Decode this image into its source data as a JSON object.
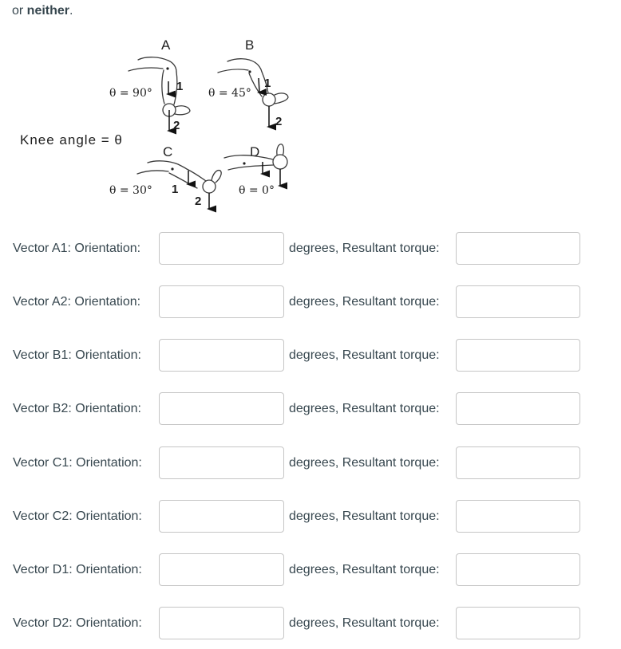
{
  "intro": {
    "prefix": "or ",
    "bold": "neither",
    "suffix": "."
  },
  "figure": {
    "knee_angle_label": "Knee angle = θ",
    "diagrams": [
      {
        "id": "A",
        "label": "A",
        "angle": "θ = 90°",
        "v1": "1",
        "v2": "2"
      },
      {
        "id": "B",
        "label": "B",
        "angle": "θ = 45°",
        "v1": "1",
        "v2": "2"
      },
      {
        "id": "C",
        "label": "C",
        "angle": "θ = 30°",
        "v1": "1",
        "v2": "2"
      },
      {
        "id": "D",
        "label": "D",
        "angle": "θ = 0°"
      }
    ]
  },
  "colors": {
    "text": "#37474f",
    "input_border": "#c5c5c5",
    "figure_ink": "#1f1f1f"
  },
  "rows": [
    {
      "id": "A1",
      "label": "Vector A1: Orientation:",
      "middle": "degrees, Resultant torque:",
      "orientation_value": "",
      "torque_value": ""
    },
    {
      "id": "A2",
      "label": "Vector A2: Orientation:",
      "middle": "degrees, Resultant torque:",
      "orientation_value": "",
      "torque_value": ""
    },
    {
      "id": "B1",
      "label": "Vector B1: Orientation:",
      "middle": "degrees, Resultant torque:",
      "orientation_value": "",
      "torque_value": ""
    },
    {
      "id": "B2",
      "label": "Vector B2: Orientation:",
      "middle": "degrees, Resultant torque:",
      "orientation_value": "",
      "torque_value": ""
    },
    {
      "id": "C1",
      "label": "Vector C1: Orientation:",
      "middle": "degrees, Resultant torque:",
      "orientation_value": "",
      "torque_value": ""
    },
    {
      "id": "C2",
      "label": "Vector C2: Orientation:",
      "middle": "degrees, Resultant torque:",
      "orientation_value": "",
      "torque_value": ""
    },
    {
      "id": "D1",
      "label": "Vector D1: Orientation:",
      "middle": "degrees, Resultant torque:",
      "orientation_value": "",
      "torque_value": ""
    },
    {
      "id": "D2",
      "label": "Vector D2: Orientation:",
      "middle": "degrees, Resultant torque:",
      "orientation_value": "",
      "torque_value": ""
    }
  ]
}
